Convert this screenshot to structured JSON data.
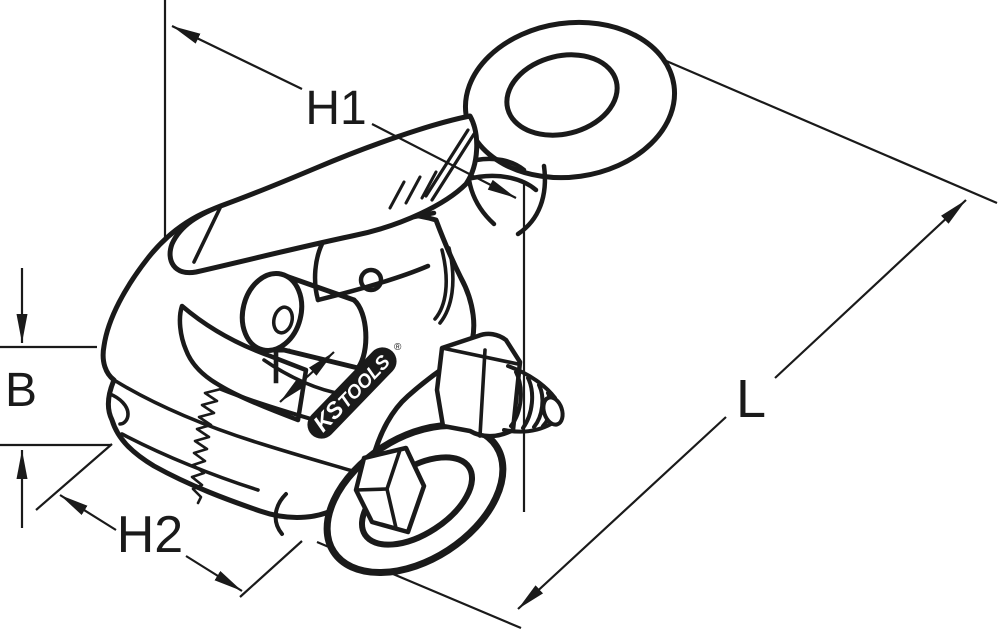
{
  "diagram": {
    "background_color": "#ffffff",
    "stroke_color": "#1a1a1a",
    "labels": {
      "h1": "H1",
      "l": "L",
      "b": "B",
      "h2": "H2",
      "t": "T"
    },
    "logo": {
      "ks": "KS",
      "tools": "TOOLS",
      "registered": "®"
    }
  }
}
